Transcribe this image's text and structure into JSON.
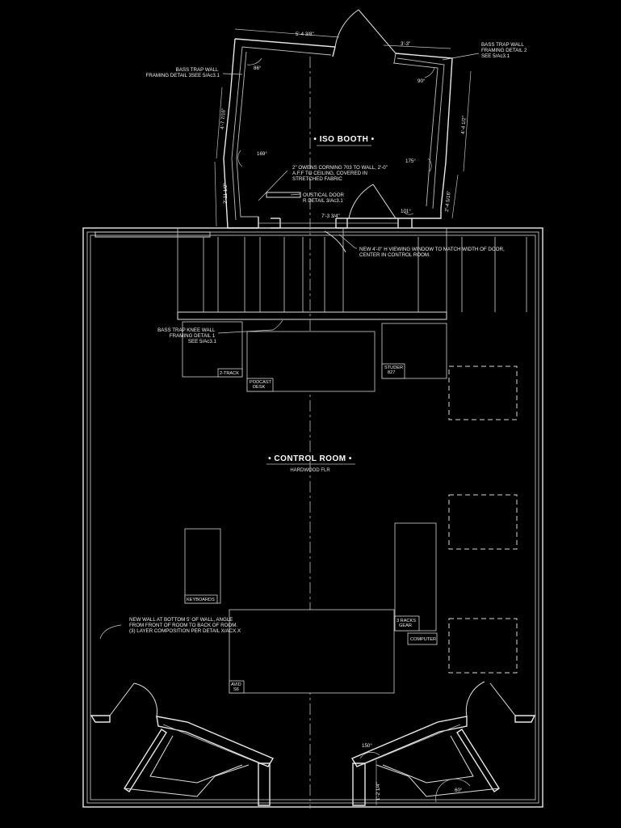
{
  "rooms": {
    "iso_booth": {
      "title": "ISO BOOTH"
    },
    "control_room": {
      "title": "CONTROL ROOM",
      "floor": "HARDWOOD FLR"
    }
  },
  "annotations": {
    "bass_trap_left": [
      "BASS TRAP WALL",
      "FRAMING DETAIL 3SEE 5/Ac3.1"
    ],
    "bass_trap_right": [
      "BASS TRAP WALL",
      "FRAMING DETAIL 2",
      "SEE 5/Ac3.1"
    ],
    "owens_corning": [
      "2\" OWENS CORNING 703 TO WALL, 2'-0\"",
      "A.F.F TO CEILING, COVERED IN",
      "STRETCHED FABRIC"
    ],
    "acoustical_door": [
      "OUSTICAL DOOR",
      "R DETAIL 3/Ac3.1"
    ],
    "viewing_window": [
      "NEW 4'-0\" H VIEWING WINDOW TO MATCH WIDTH OF DOOR,",
      "CENTER IN CONTROL ROOM."
    ],
    "knee_wall": [
      "BASS TRAP KNEE WALL",
      "FRAMING DETAIL 1",
      "SEE 5/Ac3.1"
    ],
    "new_wall": [
      "NEW WALL AT BOTTOM 5' OF WALL, ANGLE",
      "FROM FRONT OF ROOM TO BACK OF ROOM.",
      "(3) LAYER COMPOSITION PER DETAIL X/ACX.X"
    ]
  },
  "dimensions": {
    "top": "5'-4 3/8\"",
    "top_right": "3'-3\"",
    "left_upper": "4'-7 7/16\"",
    "left_lower": "2'-11 1/2\"",
    "right_upper": "4'-4 1/2\"",
    "right_lower": "2'-4 5/16\"",
    "bottom": "7'-3 3/4\"",
    "bottom_right_run": "1'-2 1/4\""
  },
  "angles": {
    "a86": "86°",
    "a90": "90°",
    "a169": "169°",
    "a175": "175°",
    "a101": "101°",
    "a150": "150°",
    "a60": "60°"
  },
  "equipment": {
    "two_track": "2-TRACK",
    "podcast_desk": [
      "PODCAST",
      "DESK"
    ],
    "studer": [
      "STUDER",
      "827"
    ],
    "keyboards": "KEYBOARDS",
    "racks": [
      "3 RACKS",
      "GEAR"
    ],
    "computer": "COMPUTER",
    "avid": [
      "AVID",
      "S6"
    ]
  }
}
